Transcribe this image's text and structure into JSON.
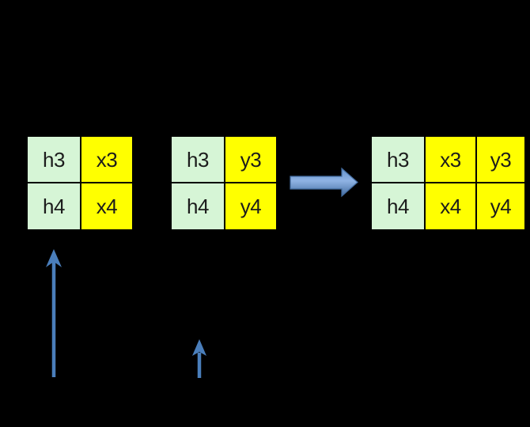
{
  "colors": {
    "background": "#000000",
    "green_cell": "#D6F5D6",
    "yellow_cell": "#FFFF00",
    "cell_border": "#000000",
    "cell_text": "#1C1C1C",
    "arrow_blue": "#4A7EBB",
    "arrow_blue_light": "#8FB3E3",
    "arrow_blue_mid": "#6593CC",
    "arrow_blue_dark": "#436CA0"
  },
  "tables": {
    "left": {
      "rows": [
        [
          "h3",
          "x3"
        ],
        [
          "h4",
          "x4"
        ]
      ]
    },
    "middle": {
      "rows": [
        [
          "h3",
          "y3"
        ],
        [
          "h4",
          "y4"
        ]
      ]
    },
    "result": {
      "rows": [
        [
          "h3",
          "x3",
          "y3"
        ],
        [
          "h4",
          "x4",
          "y4"
        ]
      ]
    }
  },
  "icons": {
    "merge_arrow": "right-block-arrow",
    "left_pointer": "up-arrow",
    "middle_pointer": "up-arrow"
  }
}
